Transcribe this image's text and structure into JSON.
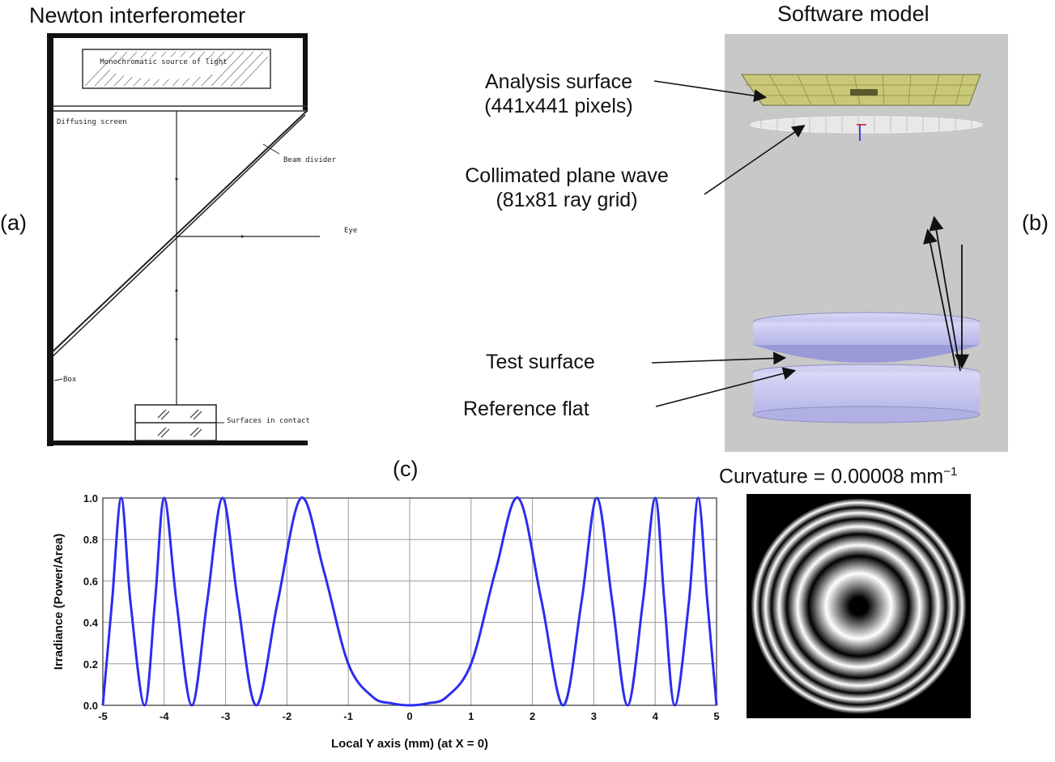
{
  "panels": {
    "a": {
      "tag": "(a)",
      "title": "Newton interferometer",
      "labels": {
        "source": "Monochromatic source of light",
        "screen": "Diffusing screen",
        "divider": "Beam divider",
        "eye": "Eye",
        "box": "Box",
        "contact": "Surfaces in contact"
      }
    },
    "b": {
      "tag": "(b)",
      "title": "Software model",
      "analysis_surface": "Analysis surface",
      "analysis_pixels": "(441x441 pixels)",
      "plane_wave": "Collimated plane wave",
      "ray_grid": "(81x81 ray grid)",
      "test_surface": "Test surface",
      "reference_flat": "Reference flat"
    },
    "c": {
      "tag": "(c)",
      "curvature_label": "Curvature = 0.00008 mm",
      "curvature_exp": "−1"
    }
  },
  "colors": {
    "curve": "#2c2cf0",
    "analysis_surface": "#c8c878",
    "lens": "#c8c8f0",
    "model_bg": "#c8c8c8"
  },
  "chart_data": {
    "type": "line",
    "title": "",
    "xlabel": "Local Y axis (mm)  (at X = 0)",
    "ylabel": "Irradiance (Power/Area)",
    "xlim": [
      -5,
      5
    ],
    "ylim": [
      0,
      1
    ],
    "xticks": [
      "-5",
      "-4",
      "-3",
      "-2",
      "-1",
      "0",
      "1",
      "2",
      "3",
      "4",
      "5"
    ],
    "yticks": [
      "0.0",
      "0.2",
      "0.4",
      "0.6",
      "0.8",
      "1.0"
    ],
    "grid": true,
    "series": [
      {
        "name": "",
        "color": "#2c2cf0",
        "x": [
          -5,
          -4.85,
          -4.7,
          -4.55,
          -4.32,
          -4.15,
          -4.0,
          -3.8,
          -3.55,
          -3.3,
          -3.05,
          -2.8,
          -2.5,
          -2.15,
          -1.77,
          -1.4,
          -1.0,
          -0.6,
          -0.3,
          0,
          0.3,
          0.6,
          1.0,
          1.4,
          1.77,
          2.15,
          2.5,
          2.8,
          3.05,
          3.3,
          3.55,
          3.8,
          4.0,
          4.15,
          4.32,
          4.55,
          4.7,
          4.85,
          5.0
        ],
        "y": [
          0.0,
          0.5,
          1.0,
          0.5,
          0.0,
          0.5,
          1.0,
          0.5,
          0.0,
          0.5,
          1.0,
          0.5,
          0.0,
          0.5,
          1.0,
          0.65,
          0.2,
          0.04,
          0.01,
          0.0,
          0.01,
          0.04,
          0.2,
          0.65,
          1.0,
          0.5,
          0.0,
          0.5,
          1.0,
          0.5,
          0.0,
          0.5,
          1.0,
          0.5,
          0.0,
          0.5,
          1.0,
          0.5,
          0.0
        ]
      }
    ]
  }
}
